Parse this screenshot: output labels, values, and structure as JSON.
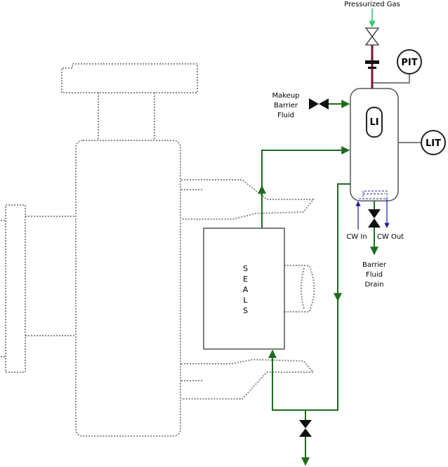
{
  "labels": {
    "pressurized_gas": "Pressurized Gas",
    "pit": "PIT",
    "lit": "LIT",
    "li": "LI",
    "makeup_line1": "Makeup",
    "makeup_line2": "Barrier",
    "makeup_line3": "Fluid",
    "seals": "SEALS",
    "cw_in": "CW In",
    "cw_out": "CW Out",
    "drain_line1": "Barrier",
    "drain_line2": "Fluid",
    "drain_line3": "Drain"
  },
  "colors": {
    "barrier_pipe": "#1d6b1d",
    "gas_pipe": "#7a1430",
    "gas_supply": "#2ecc71",
    "cooling_water": "#1a1aa0",
    "equipment_outline": "#8a8a8a"
  }
}
